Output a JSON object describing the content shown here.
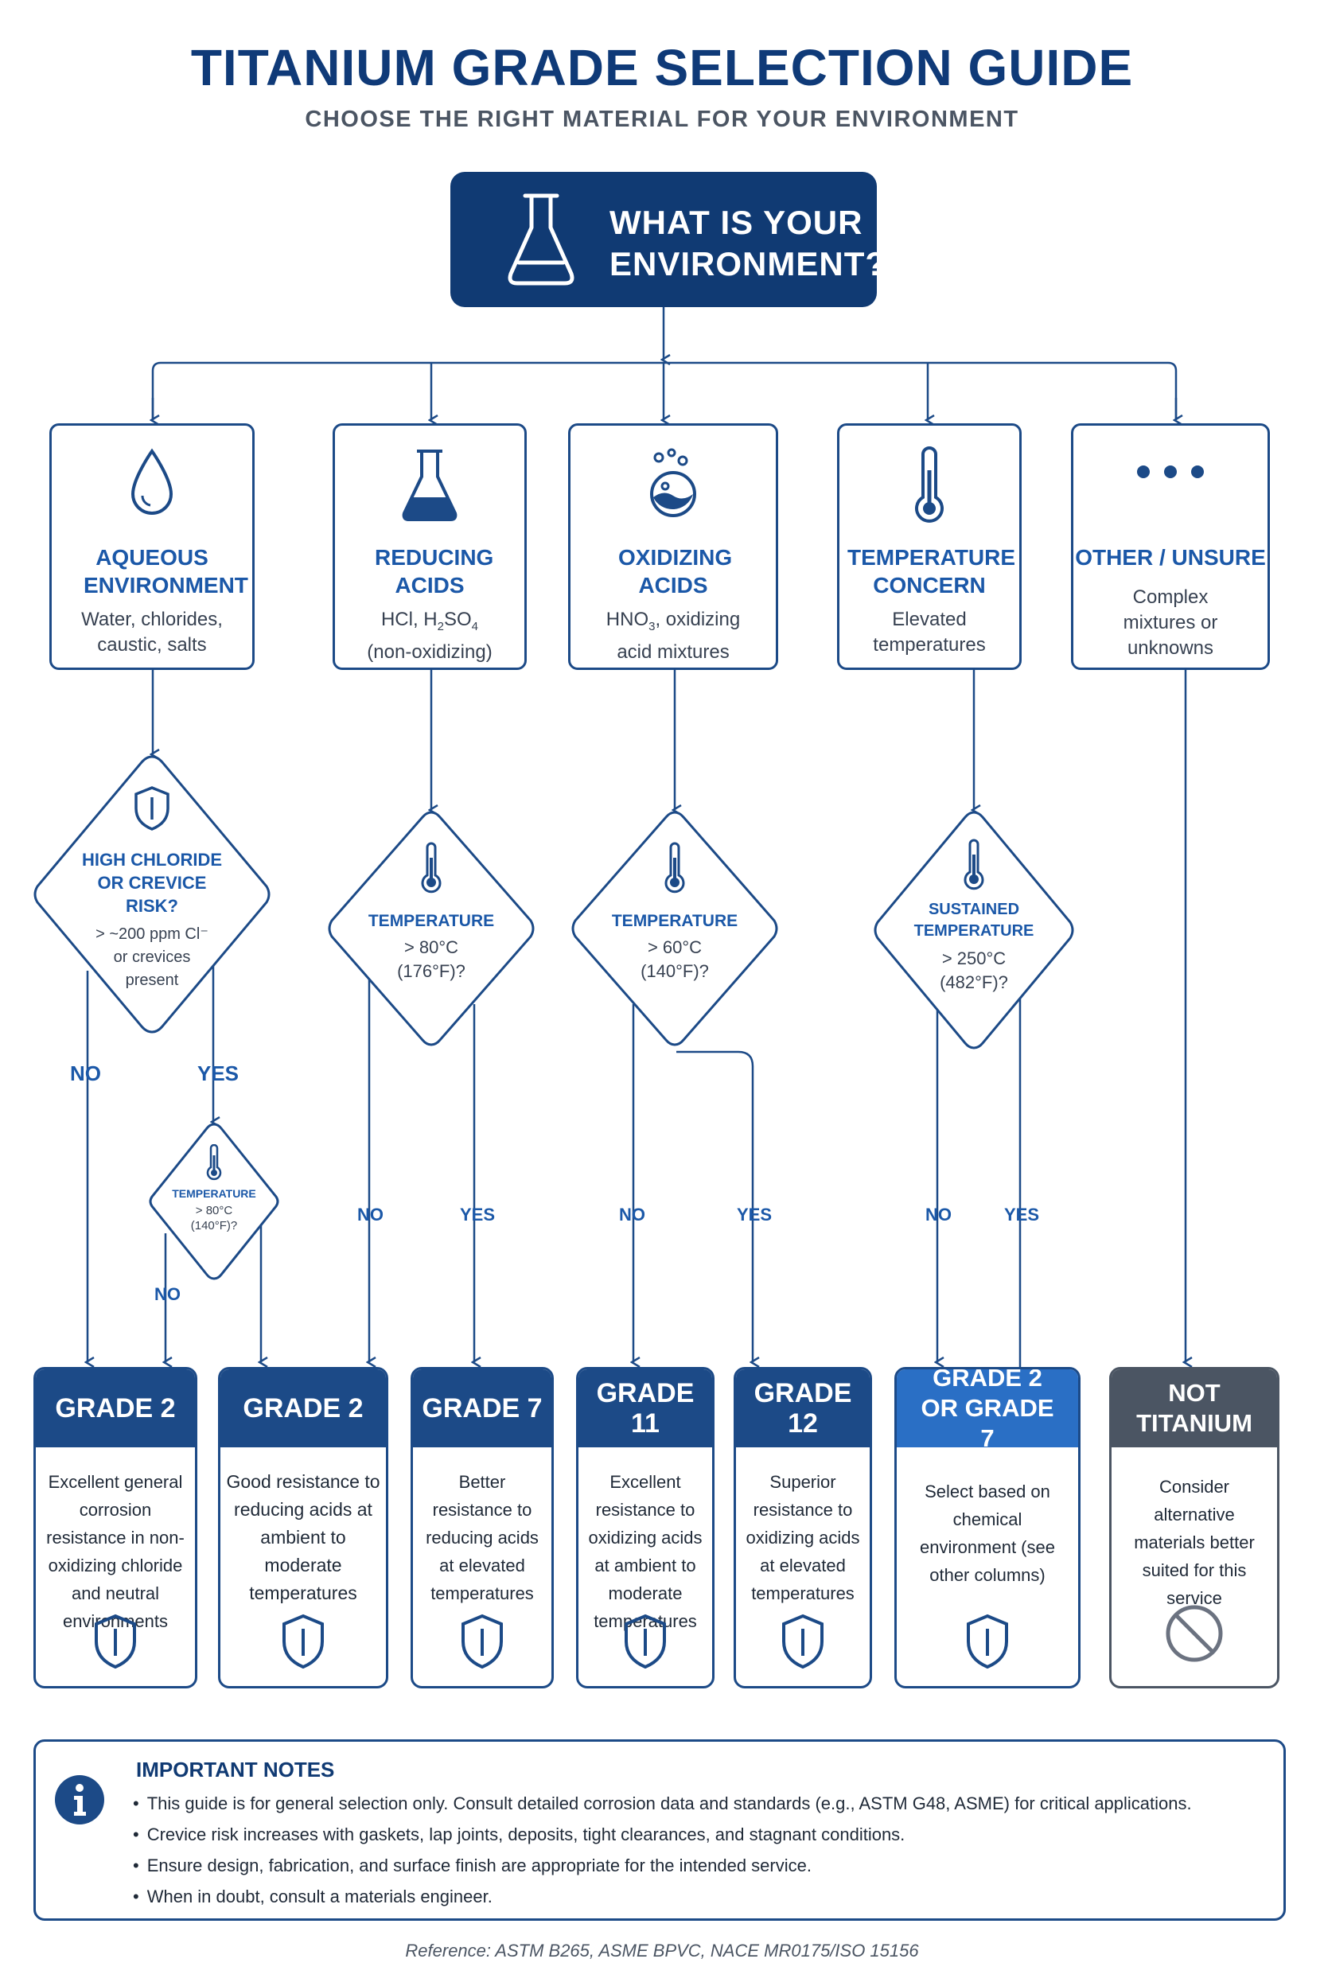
{
  "header": {
    "title": "TITANIUM GRADE SELECTION GUIDE",
    "subtitle": "CHOOSE THE RIGHT MATERIAL FOR YOUR ENVIRONMENT"
  },
  "root": {
    "line1": "WHAT IS YOUR",
    "line2": "ENVIRONMENT?"
  },
  "environments": {
    "aqueous": {
      "title": "AQUEOUS ENVIRONMENT",
      "desc": "Water, chlorides, caustic, salts"
    },
    "reducing": {
      "title": "REDUCING ACIDS",
      "desc_pre": "HCl, H",
      "sub1": "2",
      "desc_mid": "SO",
      "sub2": "4",
      "desc_post": "(non-oxidizing)"
    },
    "oxidizing": {
      "title": "OXIDIZING ACIDS",
      "desc_pre": "HNO",
      "sub1": "3",
      "desc_post": ", oxidizing",
      "desc2": "acid mixtures"
    },
    "temperature": {
      "title": "TEMPERATURE CONCERN",
      "desc": "Elevated temperatures"
    },
    "other": {
      "title": "OTHER / UNSURE",
      "desc": "Complex mixtures or unknowns"
    }
  },
  "decisions": {
    "chloride": {
      "title1": "HIGH CHLORIDE",
      "title2": "OR CREVICE",
      "title3": "RISK?",
      "q1": "> ~200 ppm Cl⁻",
      "q2": "or crevices",
      "q3": "present"
    },
    "chloride_temp": {
      "title": "TEMPERATURE",
      "q1": "> 80°C",
      "q2": "(140°F)?"
    },
    "reducing_temp": {
      "title": "TEMPERATURE",
      "q1": "> 80°C",
      "q2": "(176°F)?"
    },
    "oxidizing_temp": {
      "title": "TEMPERATURE",
      "q1": "> 60°C",
      "q2": "(140°F)?"
    },
    "sustained_temp": {
      "title1": "SUSTAINED",
      "title2": "TEMPERATURE",
      "q1": "> 250°C",
      "q2": "(482°F)?"
    }
  },
  "branch_labels": {
    "no": "NO",
    "yes": "YES"
  },
  "results": [
    {
      "title": "GRADE 2",
      "desc": "Excellent general corrosion resistance in non-oxidizing chloride and neutral environments"
    },
    {
      "title": "GRADE 2",
      "desc": "Good resistance to reducing acids at ambient to moderate temperatures"
    },
    {
      "title": "GRADE 7",
      "desc": "Better resistance to reducing acids at elevated temperatures"
    },
    {
      "title": "GRADE 11",
      "desc": "Excellent resistance to oxidizing acids at ambient to moderate temperatures"
    },
    {
      "title": "GRADE 12",
      "desc": "Superior resistance to oxidizing acids at elevated temperatures"
    },
    {
      "title": "GRADE 2 OR GRADE 7",
      "desc": "Select based on chemical environment (see other columns)"
    },
    {
      "title": "NOT TITANIUM",
      "desc": "Consider alternative materials better suited for this service"
    }
  ],
  "notes": {
    "heading": "IMPORTANT NOTES",
    "items": [
      "This guide is for general selection only. Consult detailed corrosion data and standards (e.g., ASTM G48, ASME) for critical applications.",
      "Crevice risk increases with gaskets, lap joints, deposits, tight clearances, and stagnant conditions.",
      "Ensure design, fabrication, and surface finish are appropriate for the intended service.",
      "When in doubt, consult a materials engineer."
    ]
  },
  "reference": "Reference: ASTM B265, ASME BPVC, NACE MR0175/ISO 15156",
  "colors": {
    "primary": "#103a73",
    "accent": "#1b58a8",
    "highlight": "#2a6fc5",
    "neutral": "#4b5563"
  },
  "icons": [
    "flask-icon",
    "water-drop-icon",
    "bubbles-flask-icon",
    "thermometer-icon",
    "ellipsis-icon",
    "shield-icon",
    "prohibited-icon",
    "info-icon"
  ]
}
